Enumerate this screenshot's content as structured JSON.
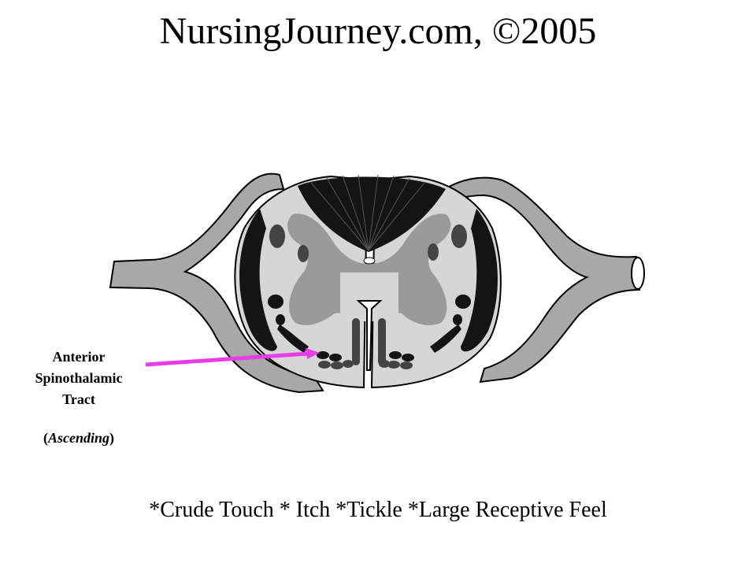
{
  "title": "NursingJourney.com, ©2005",
  "tract_label": {
    "line1": "Anterior",
    "line2": "Spinothalamic",
    "line3": "Tract",
    "direction": "Ascending"
  },
  "caption": "*Crude Touch * Itch *Tickle *Large Receptive Feel",
  "colors": {
    "arrow": "#e83ce8",
    "white_matter": "#d6d6d6",
    "gray_matter": "#9a9a9a",
    "nerve_root": "#a8a8a8",
    "dark_tract": "#141414"
  }
}
